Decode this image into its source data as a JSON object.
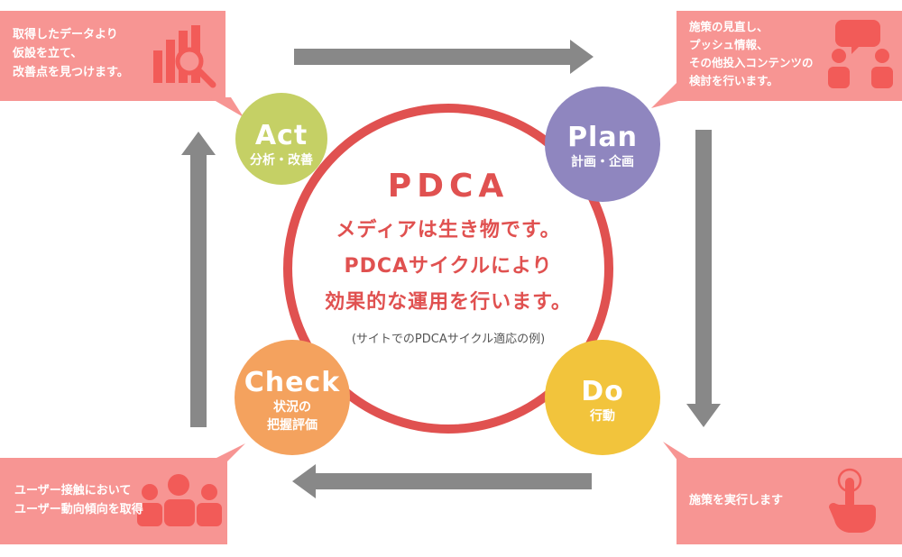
{
  "center": {
    "title": "PDCA",
    "lines": [
      "メディアは生き物です。",
      "PDCAサイクルにより",
      "効果的な運用を行います。"
    ],
    "note": "(サイトでのPDCAサイクル適応の例)"
  },
  "phases": {
    "act": {
      "name": "Act",
      "subtitle": [
        "分析・改善"
      ]
    },
    "plan": {
      "name": "Plan",
      "subtitle": [
        "計画・企画"
      ]
    },
    "do": {
      "name": "Do",
      "subtitle": [
        "行動"
      ]
    },
    "check": {
      "name": "Check",
      "subtitle": [
        "状況の",
        "把握評価"
      ]
    }
  },
  "notes": {
    "top_left": {
      "lines": [
        "取得したデータより",
        "仮設を立て、",
        "改善点を見つけます。"
      ],
      "icon": "chart-magnifier-icon"
    },
    "top_right": {
      "lines": [
        "施策の見直し、",
        "プッシュ情報、",
        "その他投入コンテンツの",
        "検討を行います。"
      ],
      "icon": "people-chat-icon"
    },
    "bottom_right": {
      "lines": [
        "施策を実行します"
      ],
      "icon": "pointing-hand-icon"
    },
    "bottom_left": {
      "lines": [
        "ユーザー接触において",
        "ユーザー動向傾向を取得"
      ],
      "icon": "users-group-icon"
    }
  },
  "colors": {
    "ring": "#e05150",
    "act": "#c5d065",
    "plan": "#8f86bf",
    "do": "#f2c43c",
    "check": "#f4a25e",
    "note": "#f79593",
    "arrow": "#888888"
  }
}
